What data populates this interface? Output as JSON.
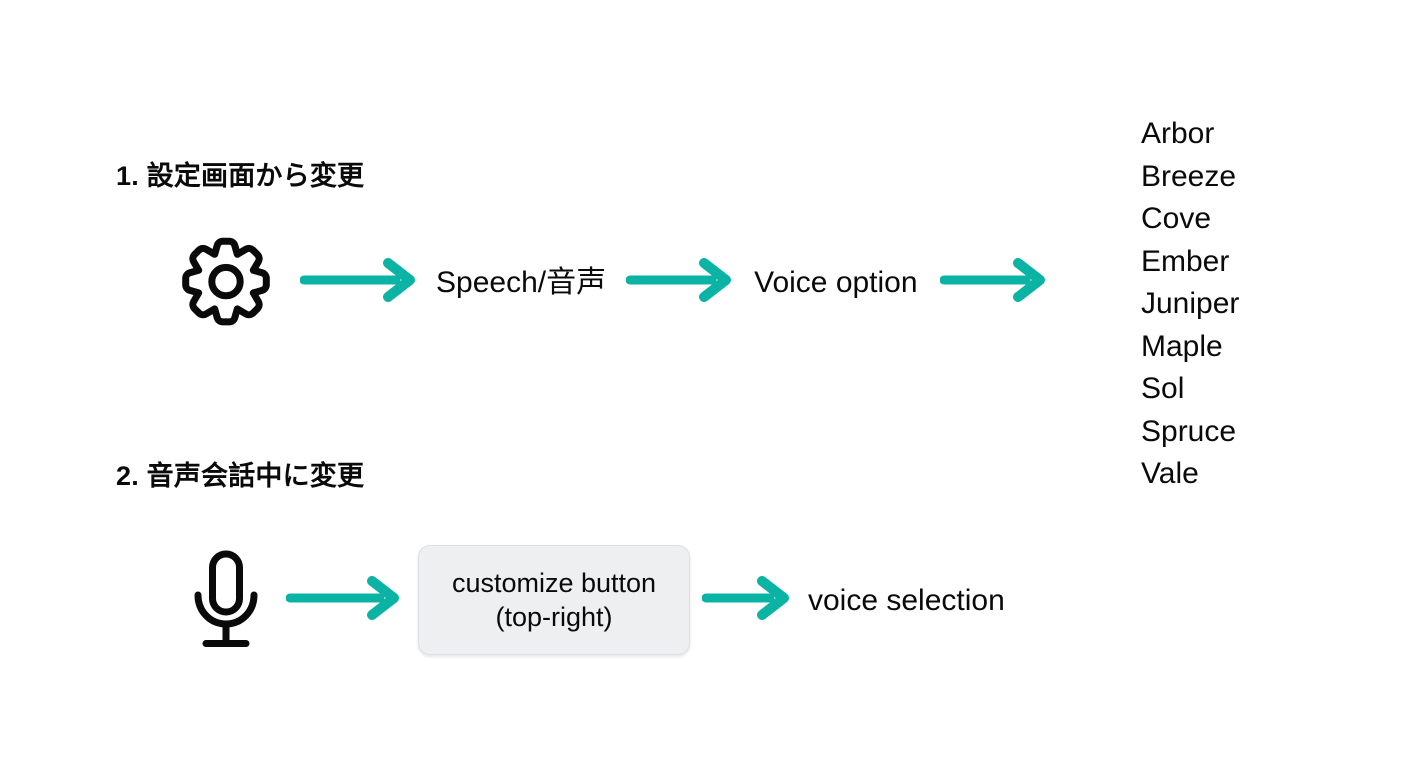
{
  "theme": {
    "background": "#ffffff",
    "text_color": "#0a0a0a",
    "arrow_color": "#0ab3a3",
    "box_fill": "#edeff1",
    "box_border": "#dcdfe3"
  },
  "sections": [
    {
      "heading": "1. 設定画面から変更",
      "steps": [
        {
          "type": "icon",
          "icon": "gear-icon",
          "label": ""
        },
        {
          "type": "arrow",
          "icon": "arrow-right-icon"
        },
        {
          "type": "text",
          "label": "Speech/音声"
        },
        {
          "type": "arrow",
          "icon": "arrow-right-icon"
        },
        {
          "type": "text",
          "label": "Voice option"
        },
        {
          "type": "arrow",
          "icon": "arrow-right-icon"
        }
      ]
    },
    {
      "heading": "2. 音声会話中に変更",
      "steps": [
        {
          "type": "icon",
          "icon": "microphone-icon",
          "label": ""
        },
        {
          "type": "arrow",
          "icon": "arrow-right-icon"
        },
        {
          "type": "box",
          "line1": "customize button",
          "line2": "(top-right)"
        },
        {
          "type": "arrow",
          "icon": "arrow-right-icon"
        },
        {
          "type": "text",
          "label": "voice selection"
        }
      ]
    }
  ],
  "voice_list": {
    "items": [
      "Arbor",
      "Breeze",
      "Cove",
      "Ember",
      "Juniper",
      "Maple",
      "Sol",
      "Spruce",
      "Vale"
    ]
  }
}
